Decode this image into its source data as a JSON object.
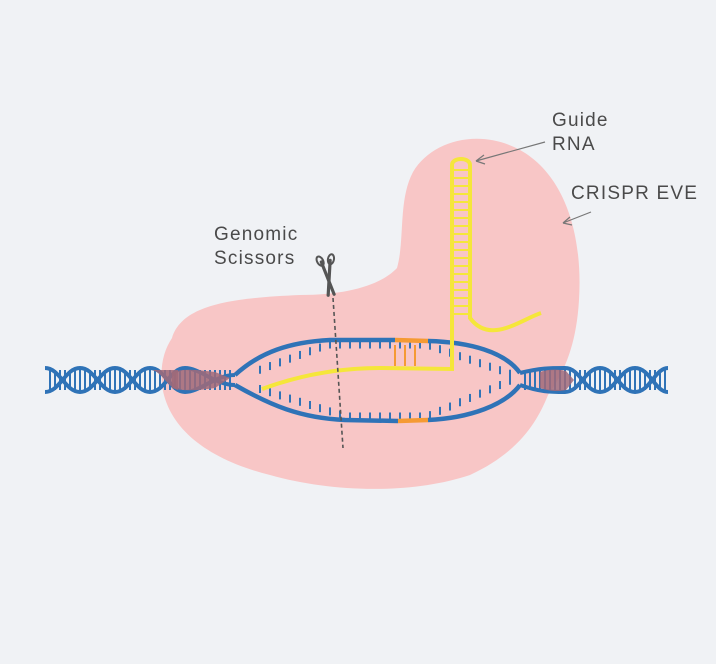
{
  "labels": {
    "guide_rna": {
      "line1": "Guide",
      "line2": "RNA"
    },
    "crispr": "CRISPR EVE",
    "scissors": {
      "line1": "Genomic",
      "line2": "Scissors"
    }
  },
  "colors": {
    "background": "#f0f2f5",
    "protein": "#f8c6c6",
    "dna_strand": "#2f73b7",
    "dna_band": "#a06a79",
    "guide_rna": "#f5e63a",
    "pam": "#f59a33",
    "label_text": "#4a4a4a",
    "scissors": "#555555"
  },
  "icons": [
    "scissors-icon"
  ]
}
